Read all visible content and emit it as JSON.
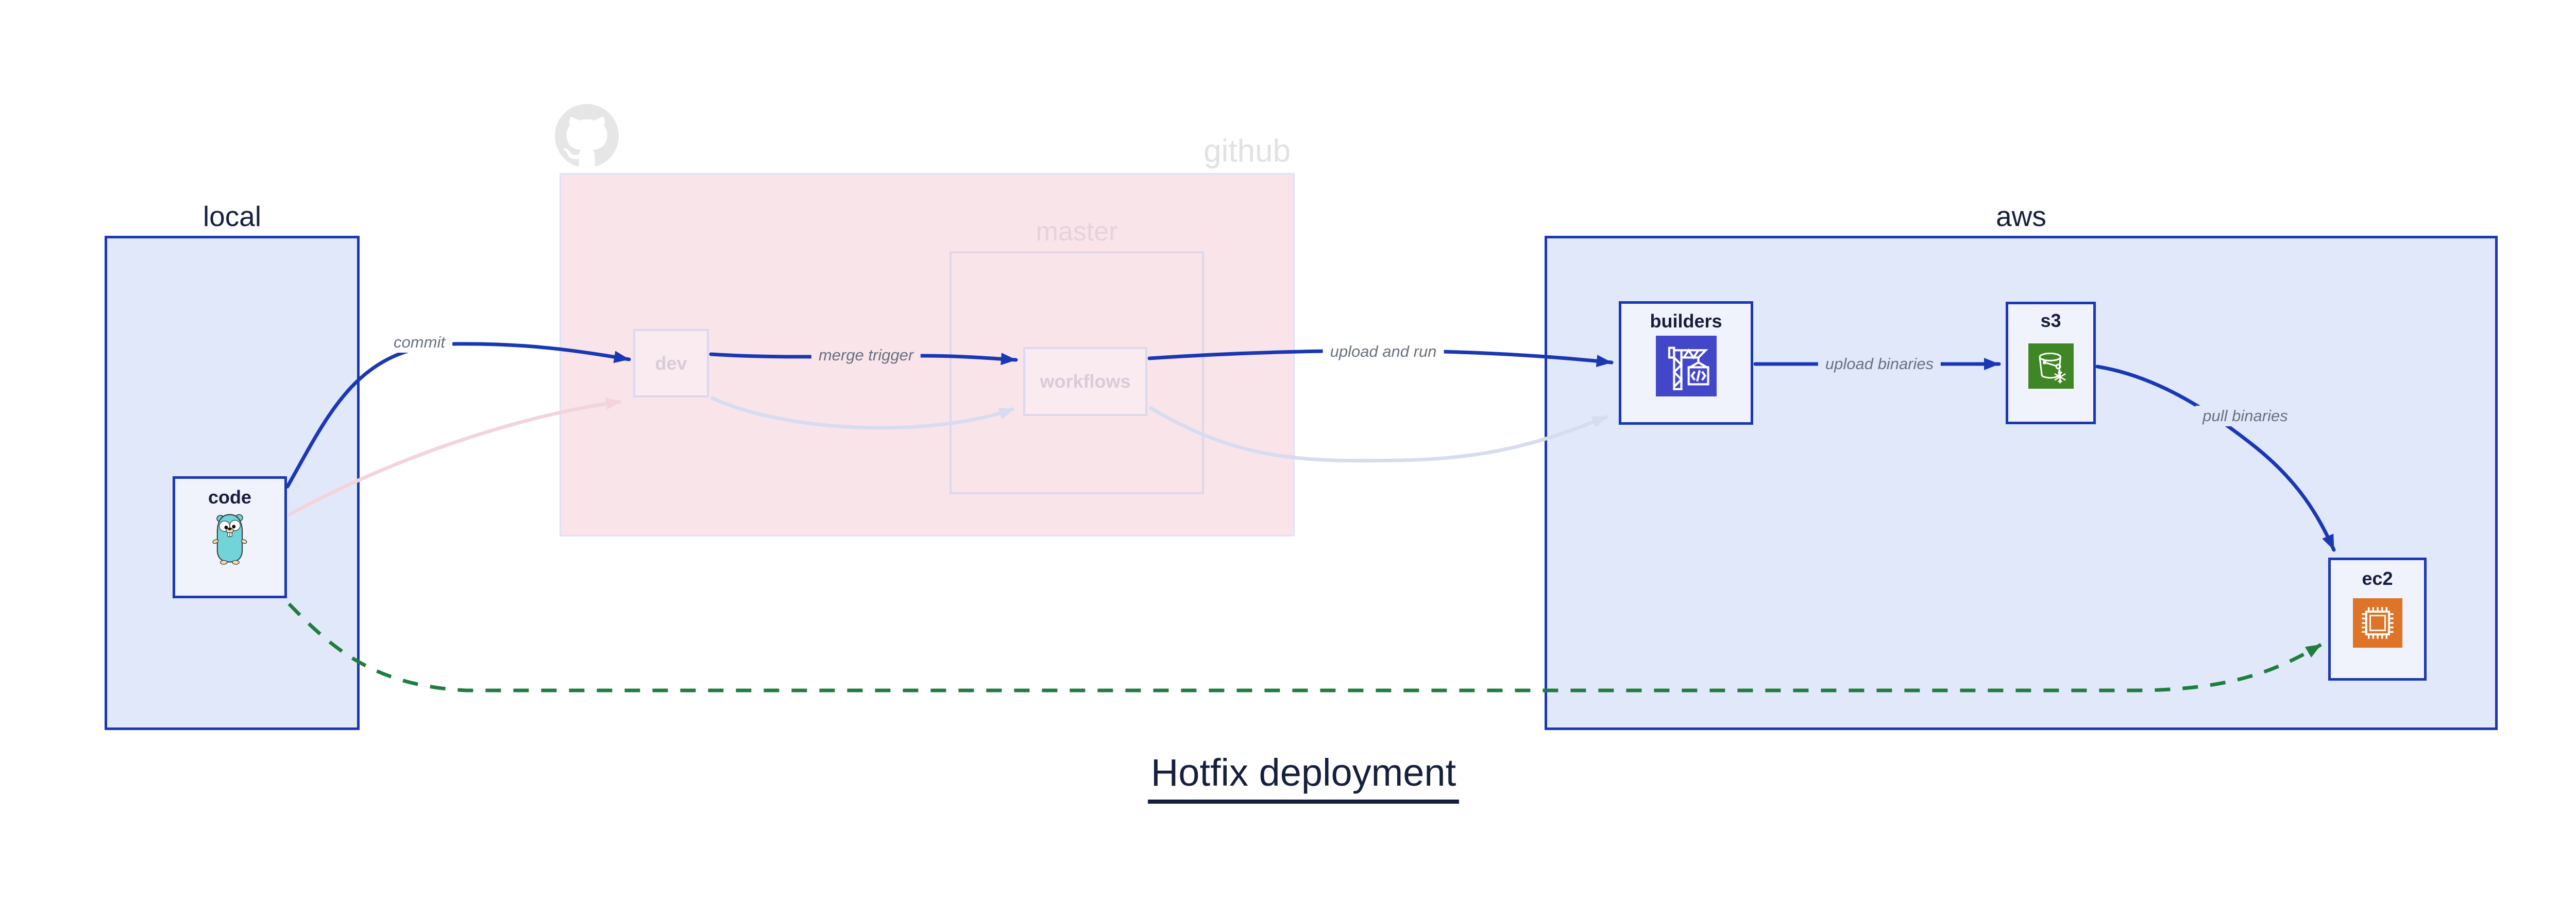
{
  "title": {
    "text": "Hotfix deployment"
  },
  "groups": {
    "local": {
      "label": "local"
    },
    "github": {
      "label": "github",
      "icon": "github-octocat-icon"
    },
    "master": {
      "label": "master"
    },
    "aws": {
      "label": "aws"
    }
  },
  "nodes": {
    "code": {
      "label": "code",
      "icon": "go-gopher-icon"
    },
    "dev": {
      "label": "dev"
    },
    "workflows": {
      "label": "workflows"
    },
    "builders": {
      "label": "builders",
      "icon": "aws-codebuild-icon"
    },
    "s3": {
      "label": "s3",
      "icon": "aws-s3-glacier-icon"
    },
    "ec2": {
      "label": "ec2",
      "icon": "aws-ec2-icon"
    }
  },
  "edges": {
    "commit": {
      "label": "commit",
      "style": "solid-blue"
    },
    "merge_trigger": {
      "label": "merge trigger",
      "style": "solid-blue"
    },
    "upload_and_run": {
      "label": "upload and run",
      "style": "solid-blue"
    },
    "upload_binaries": {
      "label": "upload binaries",
      "style": "solid-blue"
    },
    "pull_binaries": {
      "label": "pull binaries",
      "style": "solid-blue"
    },
    "hotfix_direct": {
      "style": "dashed-green"
    },
    "code_to_dev_faded": {
      "style": "faded-pink"
    },
    "dev_to_workflows_faded": {
      "style": "faded-lavender"
    },
    "workflows_to_builders_faded": {
      "style": "faded-lavender"
    }
  },
  "colors": {
    "accent_blue": "#1a38b4",
    "edge_blue": "#1a38b4",
    "group_fill_blue": "#e1e8fa",
    "node_fill": "#f0f3fc",
    "github_pink_fill": "#f9e4ea",
    "github_border": "#dfe3f3",
    "master_border": "#ddd8ec",
    "faded_border": "#ddd8ec",
    "faded_text": "#d8ccd8",
    "faded_label_gray": "#e2e2e2",
    "faded_master_label": "#e5d2db",
    "faded_edge_lavender": "#d8dcf0",
    "faded_edge_pink": "#f3d4dd",
    "hotfix_green": "#1f7e3d",
    "codebuild_indigo": "#4247c9",
    "s3_green": "#3f8624",
    "ec2_orange": "#dd7428",
    "gopher_teal": "#70d4d8",
    "gopher_beige": "#f6d7ae",
    "octocat_gray": "#e6e6e6",
    "text_dark": "#161f3d",
    "edge_label_gray": "#6a7082"
  }
}
